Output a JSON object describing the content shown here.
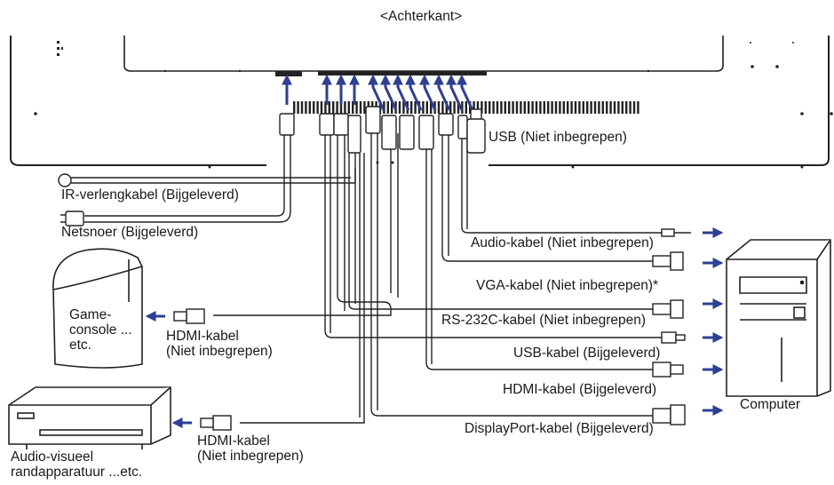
{
  "diagram": {
    "title": "<Achterkant>",
    "cables_left": [
      {
        "id": "ir",
        "label": "IR-verlengkabel (Bijgeleverd)"
      },
      {
        "id": "power",
        "label": "Netsnoer (Bijgeleverd)"
      }
    ],
    "usb_device": {
      "label": "USB (Niet inbegrepen)"
    },
    "cables_right": [
      {
        "id": "audio",
        "label": "Audio-kabel (Niet inbegrepen)"
      },
      {
        "id": "vga",
        "label": "VGA-kabel (Niet inbegrepen)*"
      },
      {
        "id": "rs232",
        "label": "RS-232C-kabel (Niet inbegrepen)"
      },
      {
        "id": "usb",
        "label": "USB-kabel (Bijgeleverd)"
      },
      {
        "id": "hdmi",
        "label": "HDMI-kabel (Bijgeleverd)"
      },
      {
        "id": "dp",
        "label": "DisplayPort-kabel (Bijgeleverd)"
      }
    ],
    "devices": {
      "computer": "Computer",
      "game_console": "Game-\nconsole ...\netc.",
      "av_device": "Audio-visueel\nrandapparatuur ...etc."
    },
    "hdmi_outputs": [
      {
        "id": "game",
        "label": "HDMI-kabel\n(Niet inbegrepen)"
      },
      {
        "id": "av",
        "label": "HDMI-kabel\n(Niet inbegrepen)"
      }
    ],
    "colors": {
      "arrow": "#2e3f96",
      "line": "#222222",
      "cable_fill": "#ffffff"
    }
  }
}
